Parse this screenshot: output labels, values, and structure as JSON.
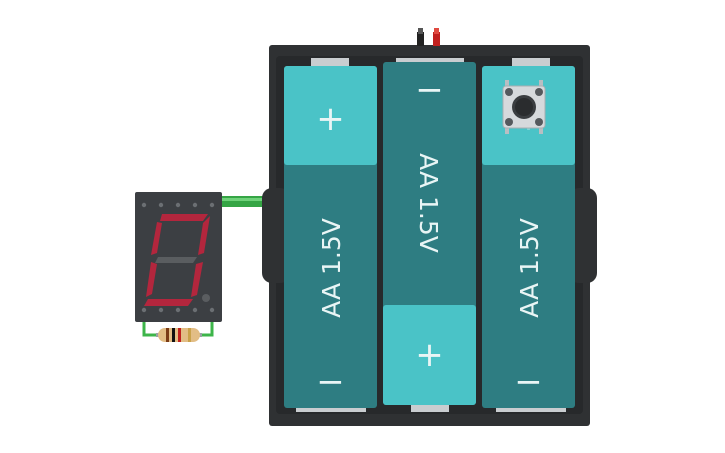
{
  "battery_holder": {
    "cells": [
      {
        "voltage_label": "AA 1.5V",
        "top_terminal": "+",
        "bottom_terminal": "−"
      },
      {
        "voltage_label": "AA 1.5V",
        "top_terminal": "−",
        "bottom_terminal": "+"
      },
      {
        "voltage_label": "AA 1.5V",
        "top_terminal": "+",
        "bottom_terminal": "−"
      }
    ]
  },
  "colors": {
    "holder_body": "#2f3133",
    "cell_dark": "#2e7d82",
    "cell_light": "#4ac3c7",
    "display_body": "#3c3f43",
    "segment_on": "#b3263d",
    "segment_off": "#5a5d60",
    "wire_green": "#3db54a",
    "lead_red": "#c0201e",
    "lead_black": "#222222"
  },
  "icons": [
    "push-button-icon",
    "resistor-icon",
    "seven-segment-display-icon"
  ]
}
